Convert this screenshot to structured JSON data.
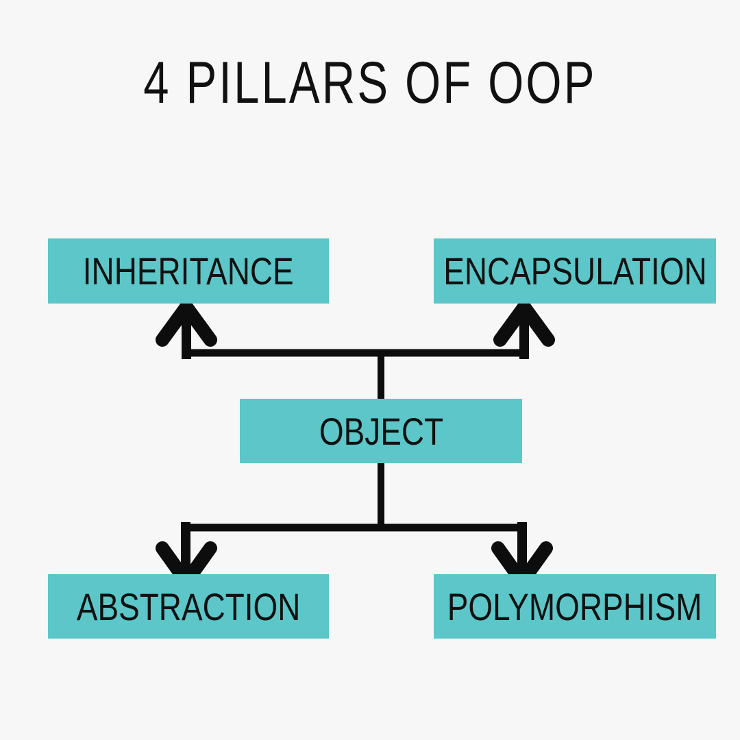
{
  "title": "4 PILLARS OF OOP",
  "colors": {
    "background": "#f7f7f7",
    "box_fill": "#5cc6c8",
    "line": "#0d0d0d",
    "text": "#111111"
  },
  "diagram": {
    "center_node": {
      "label": "OBJECT"
    },
    "pillars": [
      {
        "id": "inheritance",
        "label": "INHERITANCE",
        "position": "top-left",
        "arrow_direction": "up"
      },
      {
        "id": "encapsulation",
        "label": "ENCAPSULATION",
        "position": "top-right",
        "arrow_direction": "up"
      },
      {
        "id": "abstraction",
        "label": "ABSTRACTION",
        "position": "bottom-left",
        "arrow_direction": "down"
      },
      {
        "id": "polymorphism",
        "label": "POLYMORPHISM",
        "position": "bottom-right",
        "arrow_direction": "down"
      }
    ]
  }
}
